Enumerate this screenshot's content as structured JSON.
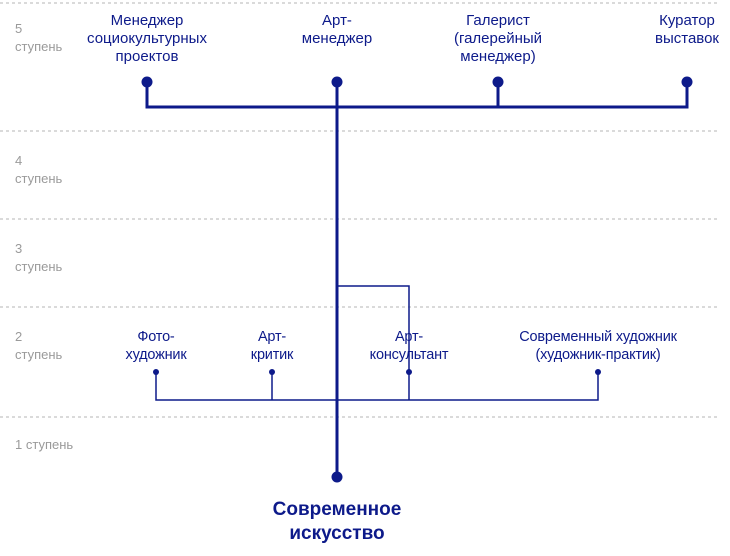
{
  "colors": {
    "accent": "#0d1a8a",
    "grid": "#b5b5b5",
    "level_text": "#9a9a9a"
  },
  "levels": [
    {
      "number": "5",
      "label": "ступень"
    },
    {
      "number": "4",
      "label": "ступень"
    },
    {
      "number": "3",
      "label": "ступень"
    },
    {
      "number": "2",
      "label": "ступень"
    },
    {
      "number": "1",
      "label": "ступень"
    }
  ],
  "level5_nodes": [
    {
      "lines": [
        "Менеджер",
        "социокультурных",
        "проектов"
      ]
    },
    {
      "lines": [
        "Арт-",
        "менеджер"
      ]
    },
    {
      "lines": [
        "Галерист",
        "(галерейный",
        "менеджер)"
      ]
    },
    {
      "lines": [
        "Куратор",
        "выставок"
      ]
    }
  ],
  "level2_nodes": [
    {
      "lines": [
        "Фото-",
        "художник"
      ]
    },
    {
      "lines": [
        "Арт-",
        "критик"
      ]
    },
    {
      "lines": [
        "Арт-",
        "консультант"
      ]
    },
    {
      "lines": [
        "Современный художник",
        "(художник-практик)"
      ]
    }
  ],
  "root_node": {
    "lines": [
      "Современное",
      "искусство"
    ]
  }
}
